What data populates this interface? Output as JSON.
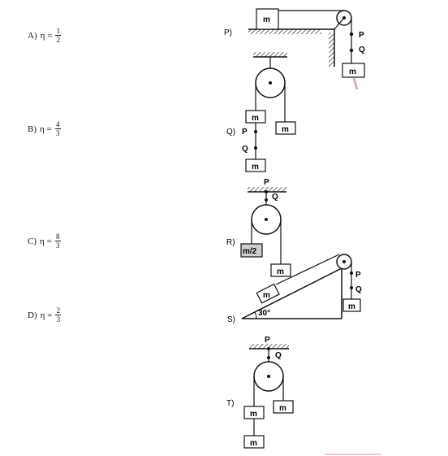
{
  "options": [
    {
      "letter": "A)",
      "eta": "η =",
      "num": "1",
      "den": "2"
    },
    {
      "letter": "B)",
      "eta": "η =",
      "num": "4",
      "den": "3"
    },
    {
      "letter": "C)",
      "eta": "η =",
      "num": "8",
      "den": "3"
    },
    {
      "letter": "D)",
      "eta": "η =",
      "num": "2",
      "den": "3"
    }
  ],
  "figures": {
    "p_label": "P)",
    "q_label": "Q)",
    "r_label": "R)",
    "s_label": "S)",
    "t_label": "T)",
    "mass": "m",
    "half_mass": "m/2",
    "point_p": "P",
    "point_q": "Q",
    "angle": "30°"
  }
}
